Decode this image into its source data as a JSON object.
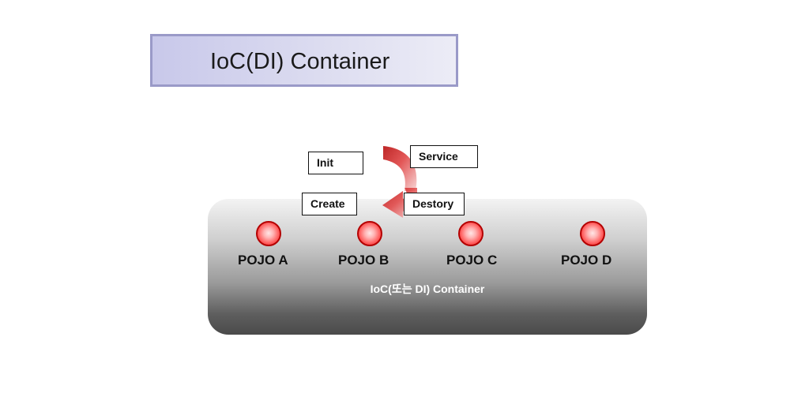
{
  "title": "IoC(DI) Container",
  "container": {
    "label": "IoC(또는 DI) Container"
  },
  "pojos": [
    {
      "label": "POJO A"
    },
    {
      "label": "POJO B"
    },
    {
      "label": "POJO C"
    },
    {
      "label": "POJO D"
    }
  ],
  "lifecycle": {
    "init": "Init",
    "service": "Service",
    "create": "Create",
    "destroy": "Destory"
  },
  "colors": {
    "pojo_ball": "#e11b1b",
    "arrow": "#c81e1e",
    "title_border": "#9a9ac8"
  }
}
